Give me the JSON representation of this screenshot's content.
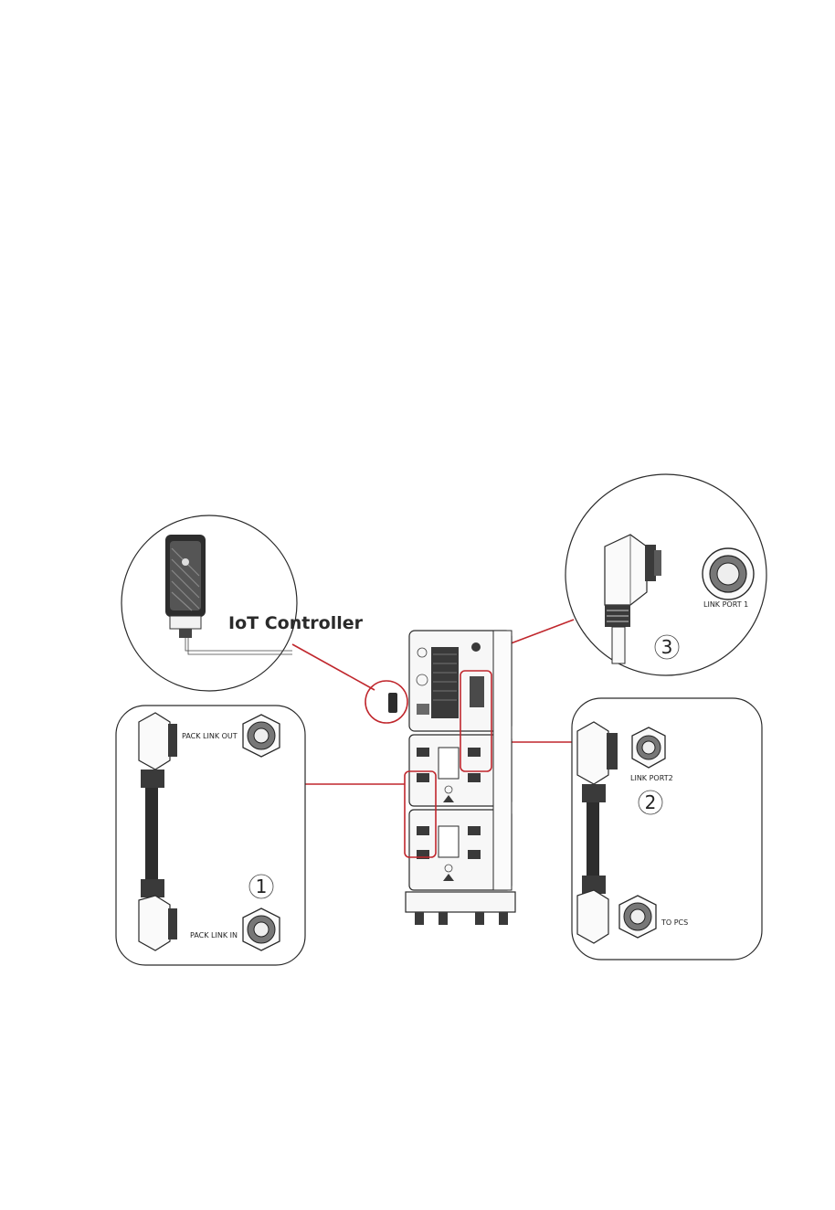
{
  "labels": {
    "iot_controller": "IoT Controller",
    "link_port_1": "LINK PORT 1",
    "link_port_2": "LINK PORT2",
    "pack_link_out": "PACK LINK OUT",
    "pack_link_in": "PACK LINK IN",
    "to_pcs": "TO PCS"
  },
  "callouts": {
    "one": "1",
    "two": "2",
    "three": "3"
  },
  "colors": {
    "callout_red": "#c0272d",
    "line_dark": "#2a2a2a",
    "background": "#ffffff"
  }
}
